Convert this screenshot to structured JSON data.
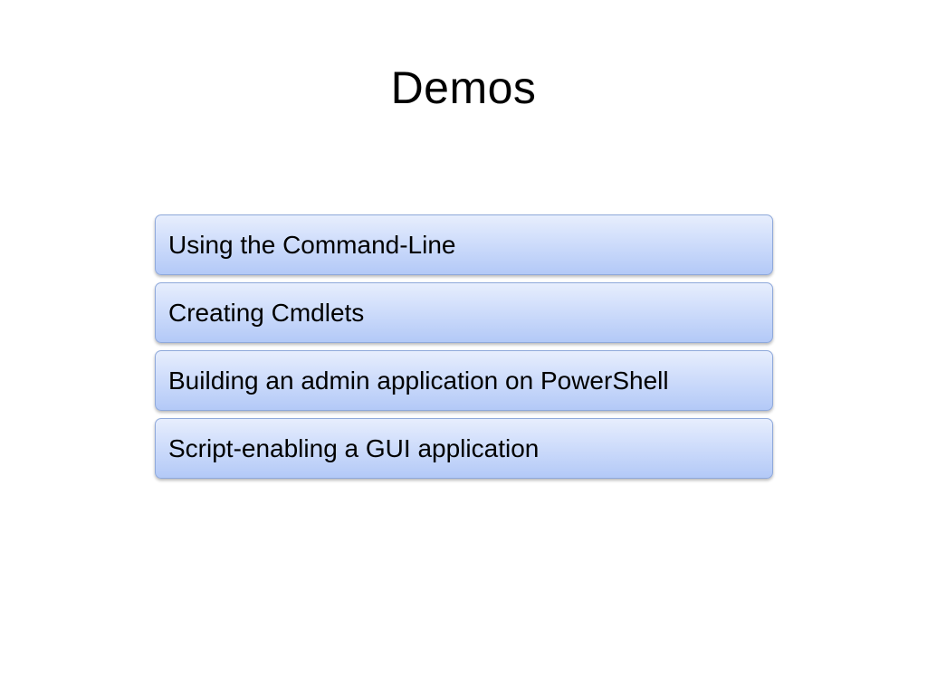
{
  "slide": {
    "title": "Demos",
    "items": [
      {
        "label": "Using the Command-Line"
      },
      {
        "label": "Creating Cmdlets"
      },
      {
        "label": "Building an admin application on PowerShell"
      },
      {
        "label": "Script-enabling a GUI application"
      }
    ]
  },
  "colors": {
    "item_gradient_top": "#e7eefd",
    "item_gradient_bottom": "#b3c9f7",
    "item_border": "#8fa9db"
  }
}
